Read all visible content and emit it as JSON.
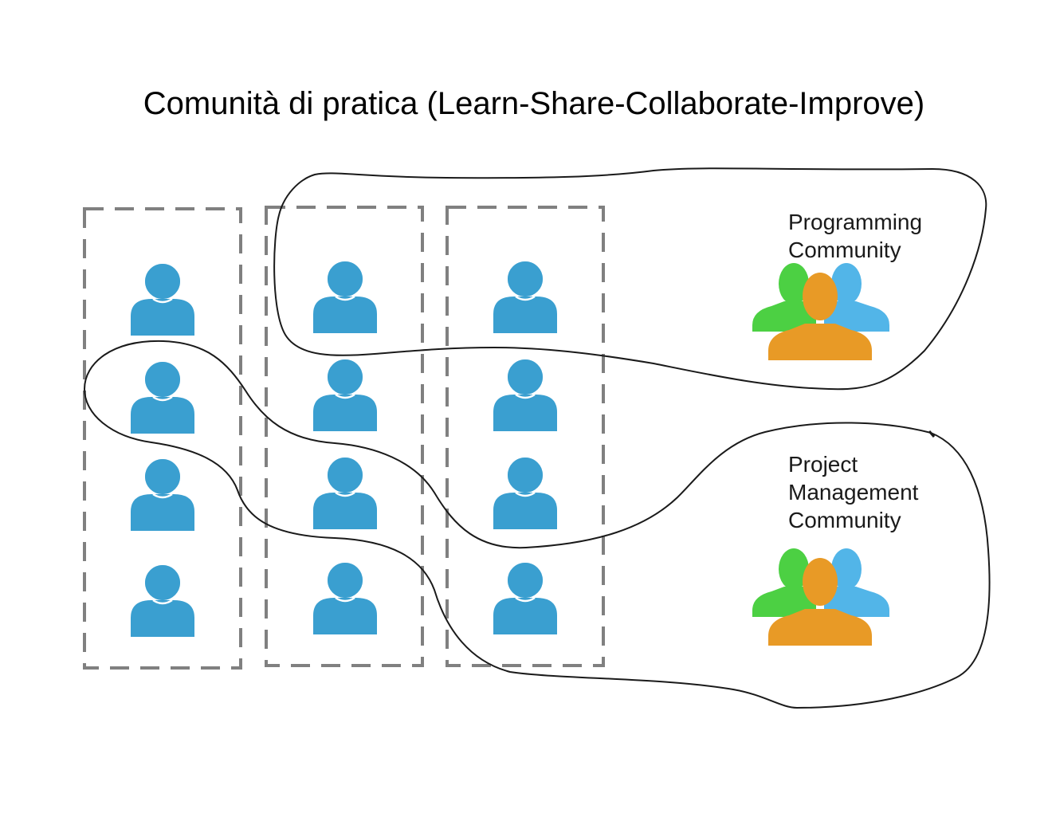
{
  "slide": {
    "title": "Comunità di pratica (Learn-Share-Collaborate-Improve)"
  },
  "communities": [
    {
      "id": "programming",
      "label_lines": [
        "Programming",
        "Community"
      ]
    },
    {
      "id": "project-management",
      "label_lines": [
        "Project",
        "Management",
        "Community"
      ]
    }
  ],
  "groups": [
    {
      "id": "group-1",
      "members": 4
    },
    {
      "id": "group-2",
      "members": 4
    },
    {
      "id": "group-3",
      "members": 4
    }
  ],
  "icons": {
    "person": "person-icon",
    "community_group": "people-group-icon"
  },
  "colors": {
    "person": "#3a9fd0",
    "group_green": "#4cd043",
    "group_blue": "#52b5e8",
    "group_orange": "#e89a26",
    "dashed_border": "#808080",
    "outline": "#1a1a1a"
  }
}
